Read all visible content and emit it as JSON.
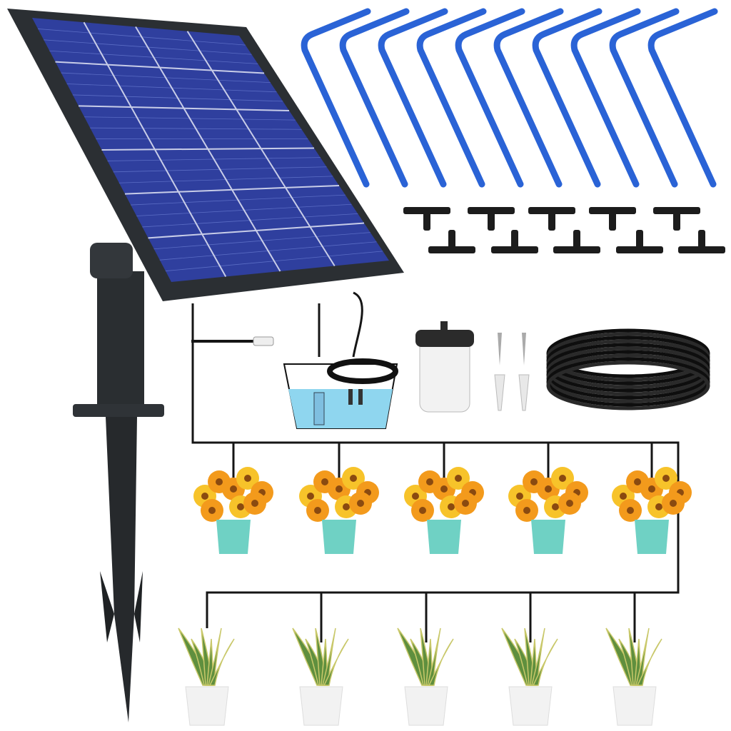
{
  "colors": {
    "panel_frame": "#2b2f33",
    "panel_cells": "#2f3f9e",
    "dripper": "#2a63d6",
    "tubing": "#151515",
    "water": "#8fd6ef",
    "pot_teal": "#6fd1c4",
    "flower_orange": "#f39a1c",
    "plant_green": "#5f8f3e",
    "pot_white": "#f2f2f2"
  },
  "counts": {
    "drippers": 10,
    "tee_connectors": 10,
    "flower_pots": 5,
    "snake_plants": 5
  }
}
